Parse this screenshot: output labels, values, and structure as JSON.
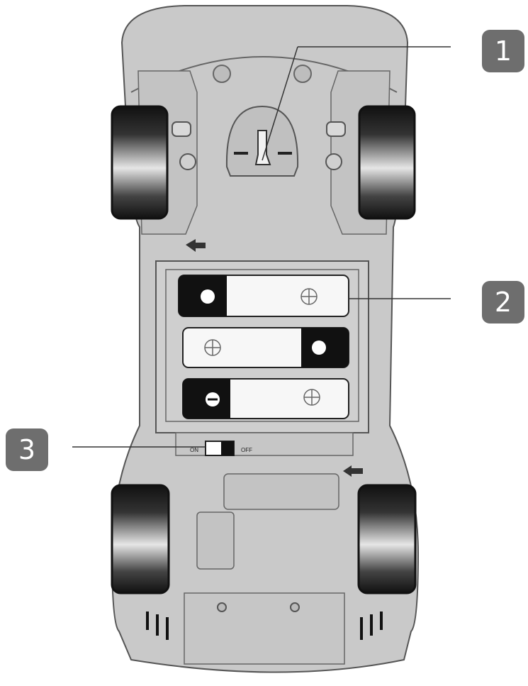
{
  "callouts": [
    {
      "id": "1",
      "label": "1",
      "part": "steering-trim-dial"
    },
    {
      "id": "2",
      "label": "2",
      "part": "battery-compartment"
    },
    {
      "id": "3",
      "label": "3",
      "part": "power-switch"
    }
  ],
  "switch": {
    "on_label": "ON",
    "off_label": "OFF"
  },
  "batteries": [
    {
      "position": "top",
      "polarity": [
        "minus",
        "plus"
      ]
    },
    {
      "position": "middle",
      "polarity": [
        "plus",
        "minus"
      ]
    },
    {
      "position": "bottom",
      "polarity": [
        "minus",
        "plus"
      ]
    }
  ],
  "colors": {
    "body_fill": "#c9c9c9",
    "outline": "#555555",
    "badge": "#6e6e6e",
    "tire_dark": "#111111",
    "tire_light": "#e6e6e6",
    "leader_line": "#333333"
  }
}
